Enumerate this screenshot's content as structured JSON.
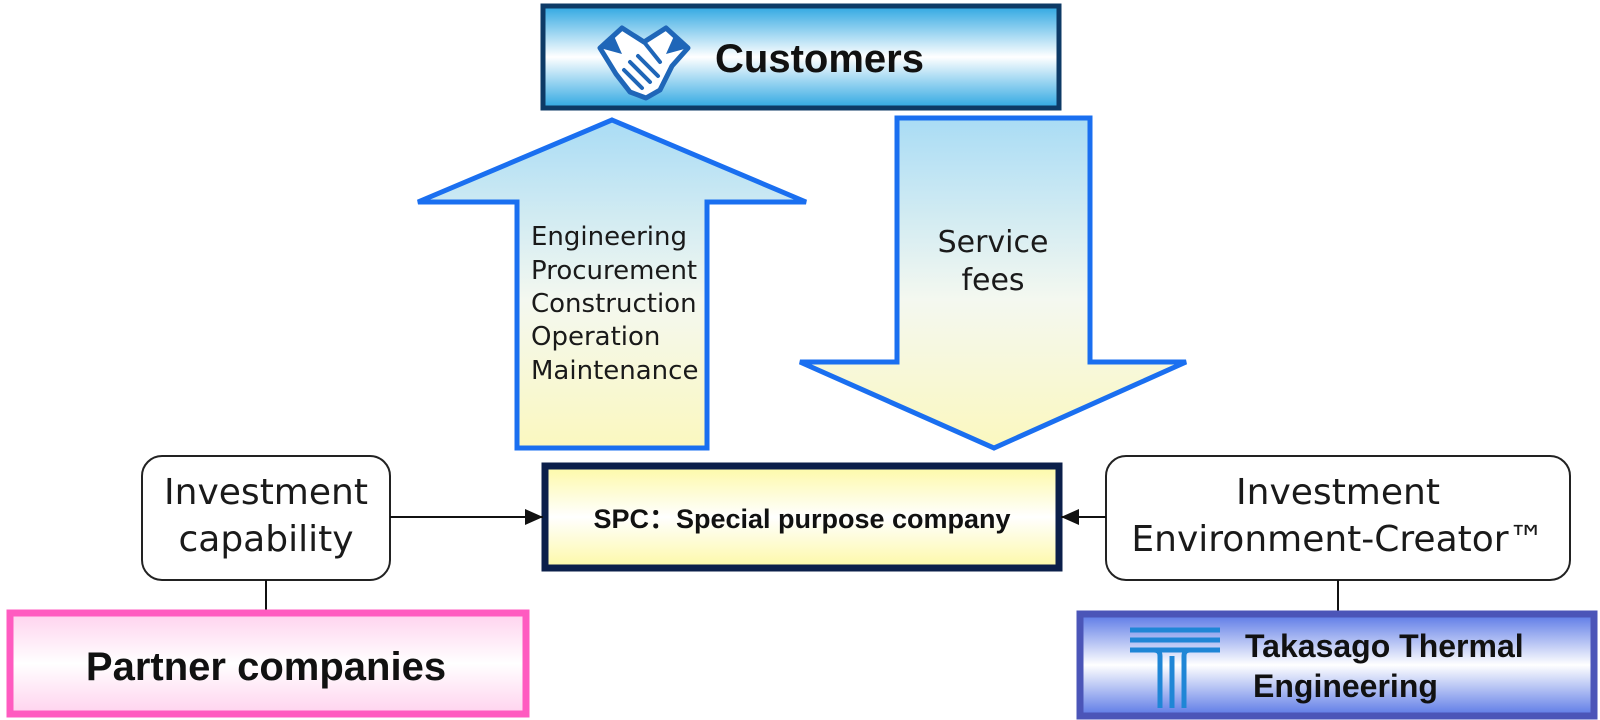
{
  "customers": {
    "label": "Customers",
    "icon": "handshake-icon"
  },
  "up_arrow": {
    "lines": [
      "Engineering",
      "Procurement",
      "Construction",
      "Operation",
      "Maintenance"
    ]
  },
  "down_arrow": {
    "lines": [
      "Service",
      "fees"
    ]
  },
  "spc": {
    "label": "SPC：Special purpose company"
  },
  "left_bubble": {
    "lines": [
      "Investment",
      "capability"
    ]
  },
  "right_bubble": {
    "lines": [
      "Investment",
      "Environment-Creator™"
    ]
  },
  "partner": {
    "label": "Partner companies"
  },
  "takasago": {
    "lines": [
      "Takasago Thermal",
      "Engineering"
    ],
    "icon": "takasago-logo-icon"
  },
  "colors": {
    "customers_border": "#0d3a66",
    "arrow_border": "#1a6ff0",
    "arrow_top": "#a9dcf5",
    "arrow_bottom": "#fbf8bf",
    "spc_border": "#0b1f4a",
    "partner_border": "#ff5bc0",
    "takasago_border": "#4b55b8",
    "logo_blue": "#1f86d6"
  }
}
